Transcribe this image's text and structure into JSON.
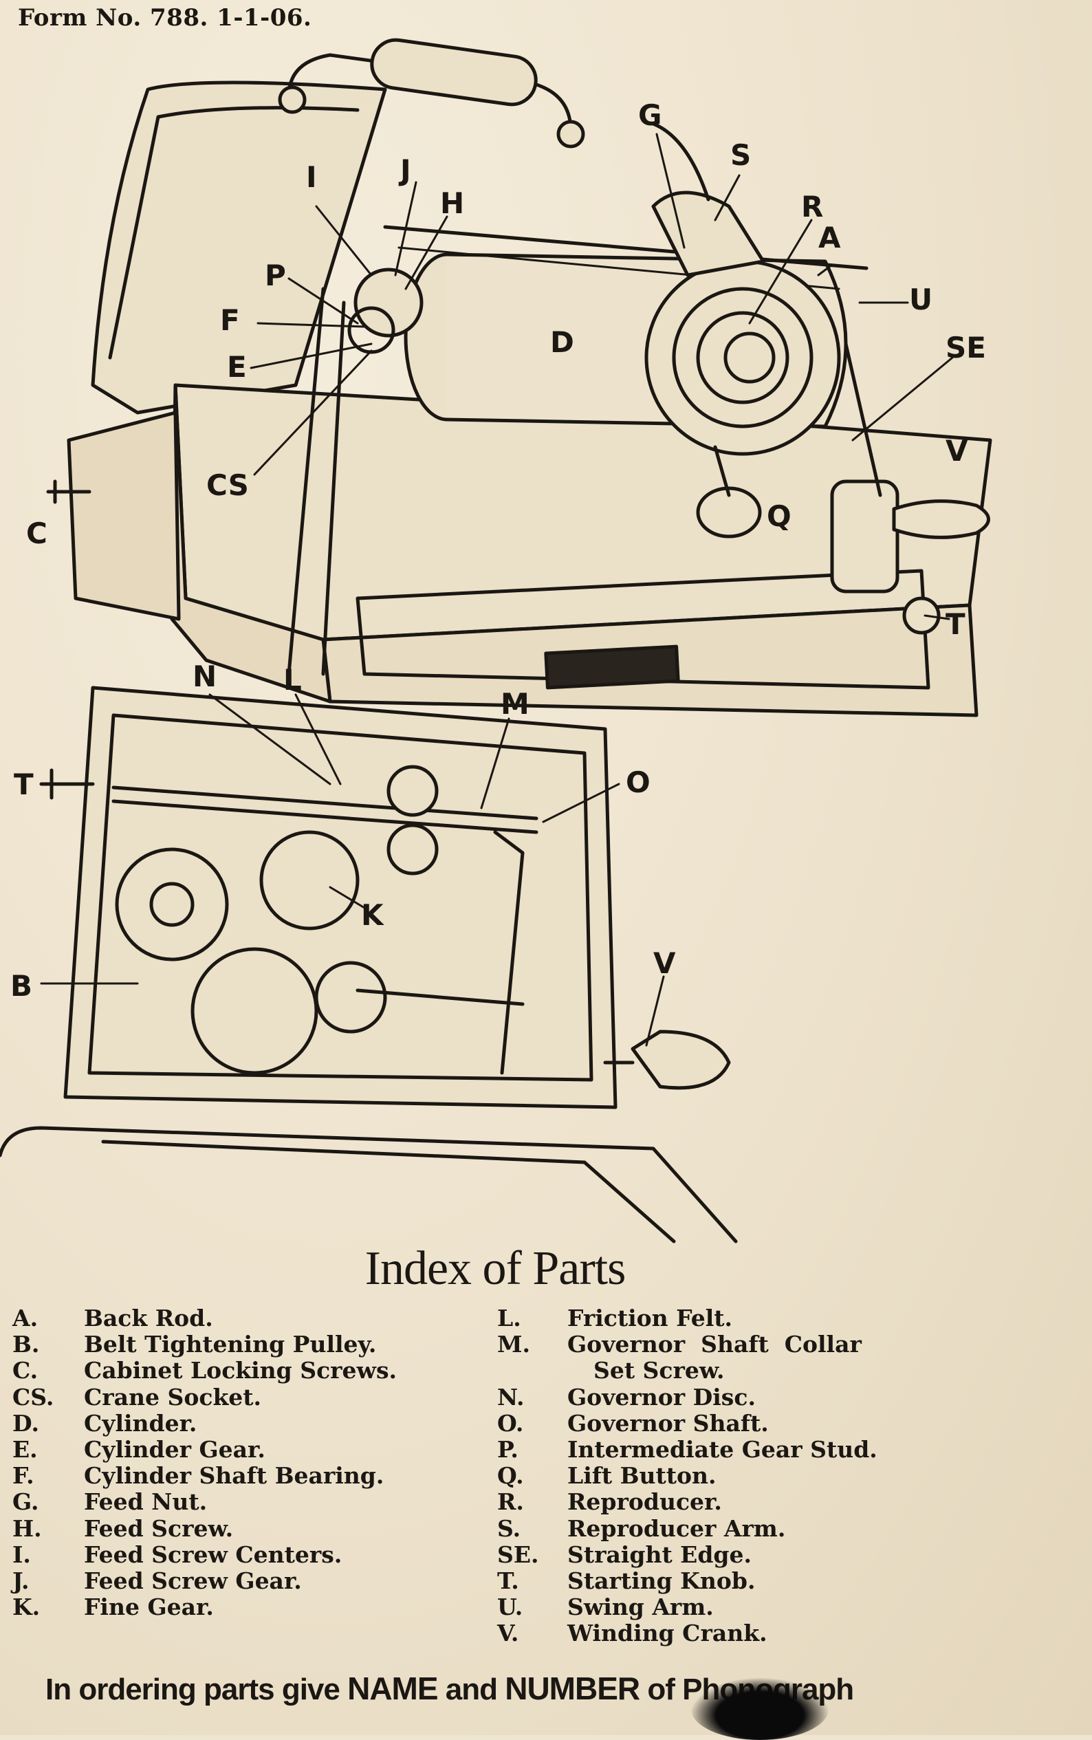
{
  "header": {
    "form_number": "Form No. 788.   1-1-06."
  },
  "diagram": {
    "callouts": [
      "G",
      "S",
      "I",
      "J",
      "H",
      "R",
      "A",
      "U",
      "P",
      "F",
      "D",
      "SE",
      "E",
      "V",
      "CS",
      "Q",
      "C",
      "T",
      "N",
      "L",
      "M",
      "T",
      "O",
      "K",
      "B",
      "V"
    ]
  },
  "index": {
    "title": "Index of Parts",
    "left": [
      {
        "key": "A.",
        "name": "Back Rod."
      },
      {
        "key": "B.",
        "name": "Belt Tightening Pulley."
      },
      {
        "key": "C.",
        "name": "Cabinet Locking Screws."
      },
      {
        "key": "CS.",
        "name": "Crane Socket."
      },
      {
        "key": "D.",
        "name": "Cylinder."
      },
      {
        "key": "E.",
        "name": "Cylinder Gear."
      },
      {
        "key": "F.",
        "name": "Cylinder Shaft Bearing."
      },
      {
        "key": "G.",
        "name": "Feed Nut."
      },
      {
        "key": "H.",
        "name": "Feed Screw."
      },
      {
        "key": "I.",
        "name": "Feed Screw Centers."
      },
      {
        "key": "J.",
        "name": "Feed Screw Gear."
      },
      {
        "key": "K.",
        "name": "Fine Gear."
      }
    ],
    "right": [
      {
        "key": "L.",
        "name": "Friction Felt."
      },
      {
        "key": "M.",
        "name": "Governor  Shaft  Collar"
      },
      {
        "key": "",
        "name": "Set Screw."
      },
      {
        "key": "N.",
        "name": "Governor Disc."
      },
      {
        "key": "O.",
        "name": "Governor Shaft."
      },
      {
        "key": "P.",
        "name": "Intermediate Gear Stud."
      },
      {
        "key": "Q.",
        "name": "Lift Button."
      },
      {
        "key": "R.",
        "name": "Reproducer."
      },
      {
        "key": "S.",
        "name": "Reproducer Arm."
      },
      {
        "key": "SE.",
        "name": "Straight Edge."
      },
      {
        "key": "T.",
        "name": "Starting Knob."
      },
      {
        "key": "U.",
        "name": "Swing Arm."
      },
      {
        "key": "V.",
        "name": "Winding Crank."
      }
    ]
  },
  "footer": {
    "part1": "In ordering parts give ",
    "part2": "NAME",
    "part3": " and ",
    "part4": "NUMBER",
    "part5": " of Phonograph"
  }
}
